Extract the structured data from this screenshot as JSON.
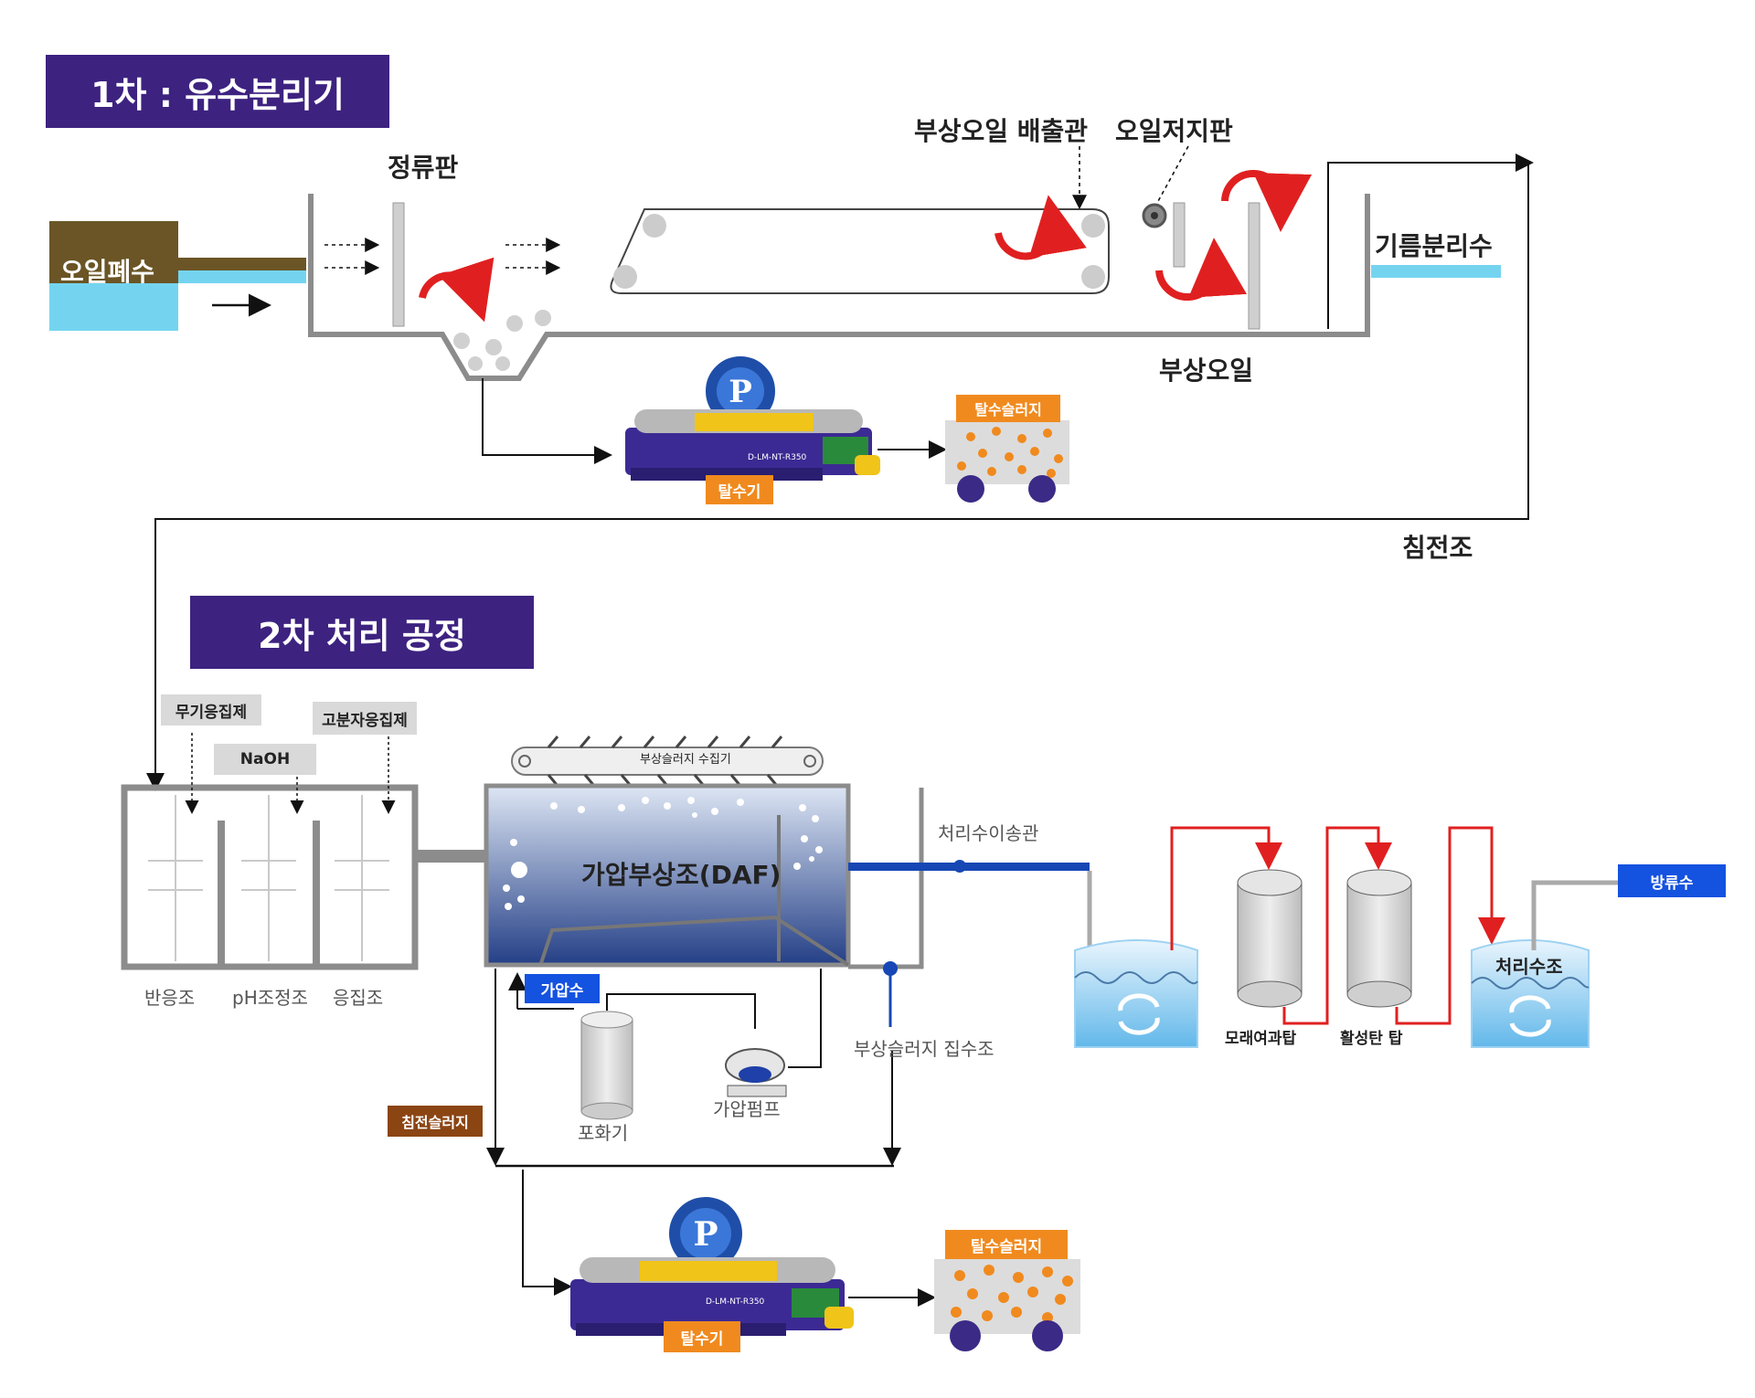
{
  "titles": {
    "stage1": "1차 : 유수분리기",
    "stage2": "2차 처리 공정"
  },
  "stage1": {
    "baffle": "정류판",
    "oily_wastewater": "오일폐수",
    "oil_discharge_pipe": "부상오일 배출관",
    "oil_barrier": "오일저지판",
    "separated_water": "기름분리수",
    "floating_oil": "부상오일",
    "dehydrated_sludge": "탈수슬러지",
    "dehydrator": "탈수기",
    "settling_tank": "침전조",
    "machine_model": "D-LM-NT-R350"
  },
  "stage2": {
    "inorganic_coagulant": "무기응집제",
    "polymer_coagulant": "고분자응집제",
    "naoh": "NaOH",
    "reaction_tank": "반응조",
    "ph_tank": "pH조정조",
    "coag_tank": "응집조",
    "sludge_collector": "부상슬러지 수집기",
    "daf": "가압부상조(DAF)",
    "treated_pipe": "처리수이송관",
    "pressurized_water": "가압수",
    "saturator": "포화기",
    "pressure_pump": "가압펌프",
    "float_sludge_tank": "부상슬러지 집수조",
    "settled_sludge": "침전슬러지",
    "sand_filter": "모래여과탑",
    "carbon_tower": "활성탄 탑",
    "treated_tank": "처리수조",
    "discharge": "방류수",
    "dehydrated_sludge": "탈수슬러지",
    "dehydrator": "탈수기",
    "machine_model": "D-LM-NT-R350"
  },
  "colors": {
    "title_bg": "#3d2280",
    "orange_tag": "#f08a1e",
    "brown_tag": "#8b4513",
    "blue_tag": "#1452e0",
    "pipe_grey": "#8c8c8c",
    "water_blue": "#74d4f0",
    "red_arrow": "#e02020"
  },
  "icons": [
    "rotation-arrow-icon",
    "decanter-centrifuge-icon",
    "sludge-cart-icon",
    "tank-icon",
    "pump-icon"
  ]
}
